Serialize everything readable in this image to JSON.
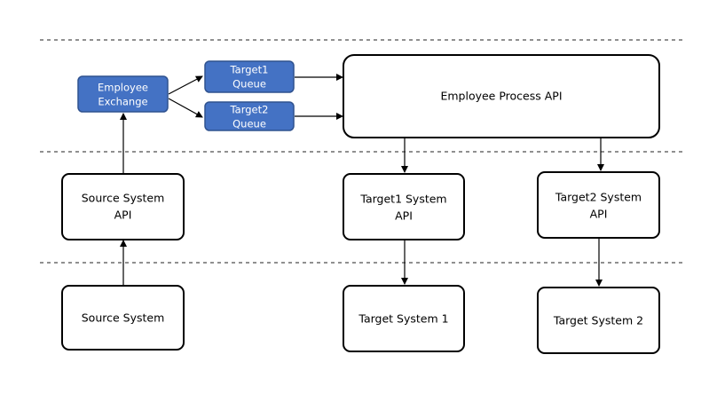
{
  "nodes": {
    "employee_exchange": [
      "Employee",
      "Exchange"
    ],
    "target1_queue": [
      "Target1",
      "Queue"
    ],
    "target2_queue": [
      "Target2",
      "Queue"
    ],
    "employee_process_api": [
      "Employee Process API"
    ],
    "source_system_api": [
      "Source System",
      "API"
    ],
    "target1_system_api": [
      "Target1 System",
      "API"
    ],
    "target2_system_api": [
      "Target2 System",
      "API"
    ],
    "source_system": [
      "Source System"
    ],
    "target_system_1": [
      "Target System 1"
    ],
    "target_system_2": [
      "Target System 2"
    ]
  }
}
